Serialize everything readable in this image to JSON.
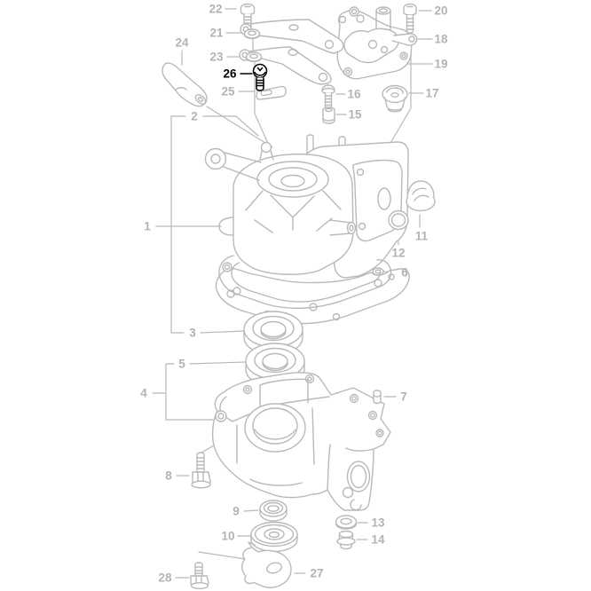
{
  "diagram": {
    "kind": "exploded-parts-diagram",
    "highlighted_callout": "26",
    "colors": {
      "background": "#ffffff",
      "line": "#b9b9b9",
      "label": "#b3b3b3",
      "highlight": "#000000"
    },
    "callouts": {
      "c1": "1",
      "c2": "2",
      "c3": "3",
      "c4": "4",
      "c5": "5",
      "c6": "6",
      "c7": "7",
      "c8": "8",
      "c9": "9",
      "c10": "10",
      "c11": "11",
      "c12": "12",
      "c13": "13",
      "c14": "14",
      "c15": "15",
      "c16": "16",
      "c17": "17",
      "c18": "18",
      "c19": "19",
      "c20": "20",
      "c21": "21",
      "c22": "22",
      "c23": "23",
      "c24": "24",
      "c25": "25",
      "c26": "26",
      "c27": "27",
      "c28": "28"
    }
  }
}
